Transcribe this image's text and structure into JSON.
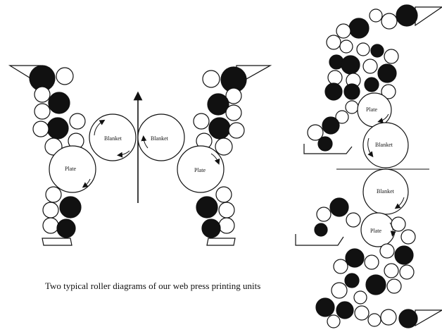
{
  "labels": {
    "blanket": "Blanket",
    "plate": "Plate"
  },
  "caption": "Two typical roller diagrams of our web press printing units",
  "colors": {
    "ink": "#111111",
    "paper": "#ffffff"
  }
}
